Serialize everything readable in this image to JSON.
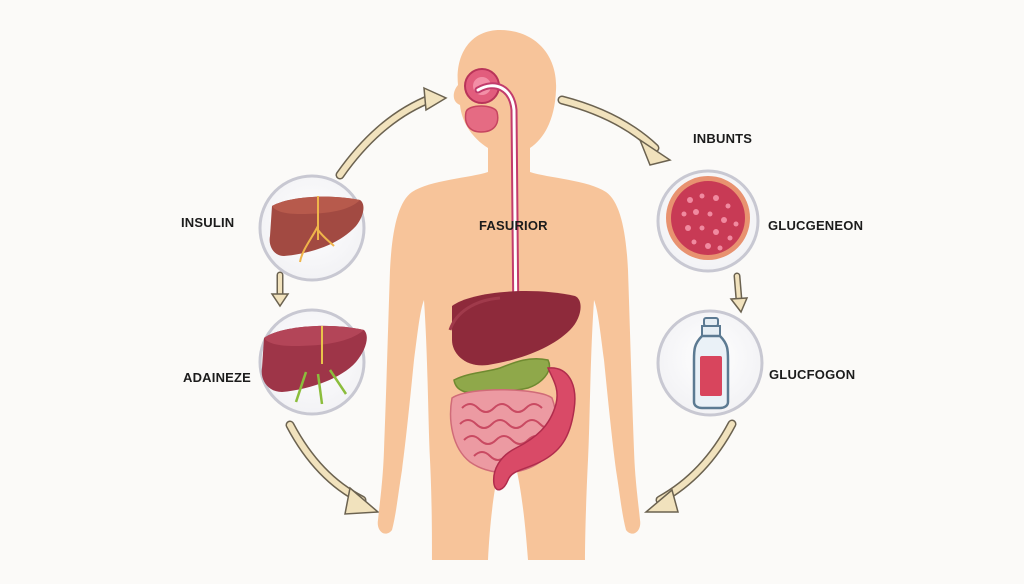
{
  "labels": {
    "center": "FASURIOR",
    "left_top": "INSULIN",
    "left_bottom": "ADAINEZE",
    "right_inputs": "INBUNTS",
    "right_top": "GLUCGENEON",
    "right_bottom": "GLUCFOGON"
  },
  "colors": {
    "background": "#fbfaf8",
    "skin": "#f7c49a",
    "liver": "#8e2a3b",
    "intestine": "#e07f86",
    "arrow_fill": "#f1e2bd",
    "arrow_stroke": "#6b6250"
  },
  "icons": [
    "liver-icon",
    "liver-roots-icon",
    "pancreas-tissue-icon",
    "bottle-icon"
  ]
}
